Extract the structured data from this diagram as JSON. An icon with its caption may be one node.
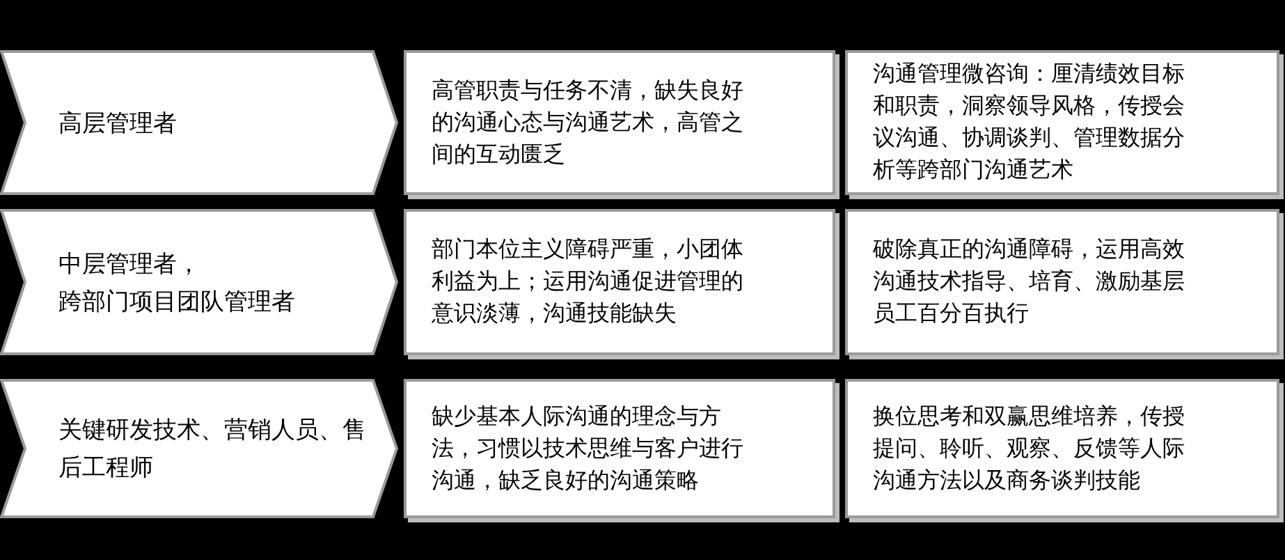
{
  "diagram": {
    "nodes": [
      {
        "text": [
          "高层管理者"
        ]
      },
      {
        "text": [
          "高管职责与任务不清，缺失良好的沟通心态与沟通艺术，高管之间的互动匮乏"
        ]
      },
      {
        "text": [
          "沟通管理微咨询：厘清绩效目标和职责，洞察领导风格，传授会议沟通、协调谈判、管理数据分析等跨部门沟通艺术"
        ]
      },
      {
        "text": [
          "中层管理者，",
          "跨部门项目团队管理者"
        ]
      },
      {
        "text": [
          "部门本位主义障碍严重，小团体利益为上；运用沟通促进管理的意识淡薄，沟通技能缺失"
        ]
      },
      {
        "text": [
          "破除真正的沟通障碍，运用高效沟通技术指导、培育、激励基层员工百分百执行"
        ]
      },
      {
        "text": [
          "关键研发技术、营销人员、售后工程师"
        ]
      },
      {
        "text": [
          "缺少基本人际沟通的理念与方法，习惯以技术思维与客户进行沟通，缺乏良好的沟通策略"
        ]
      },
      {
        "text": [
          "换位思考和双赢思维培养，传授提问、聆听、观察、反馈等人际沟通方法以及商务谈判技能"
        ]
      }
    ]
  }
}
